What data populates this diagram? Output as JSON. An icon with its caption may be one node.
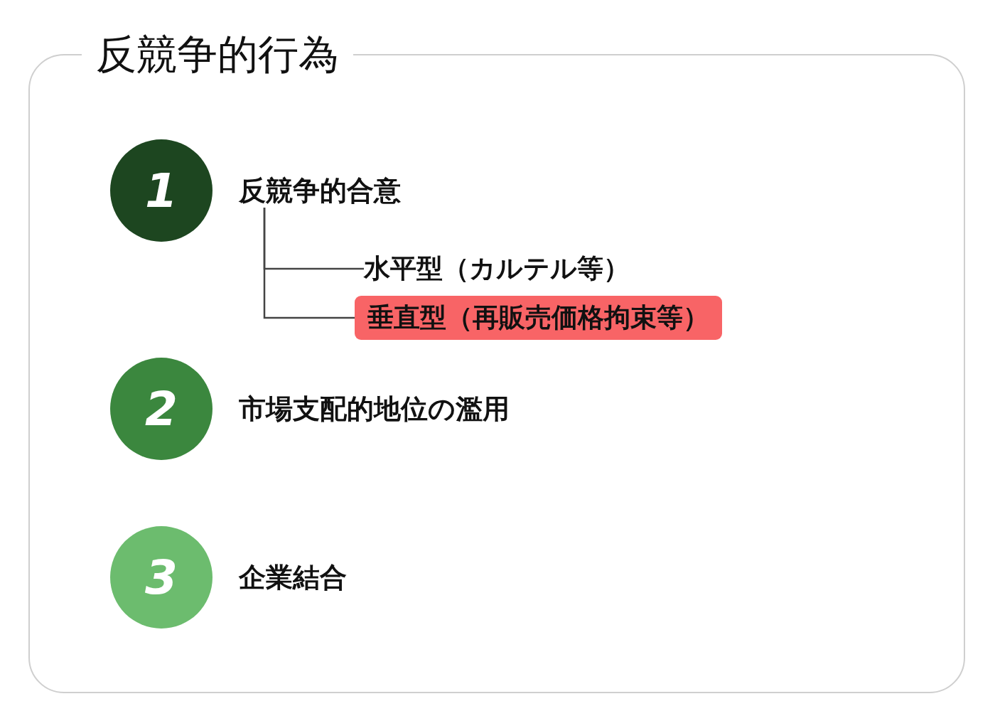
{
  "diagram": {
    "nodes": [
      {
        "text": [
          "反競争的行為"
        ]
      },
      {
        "text": [
          "1"
        ],
        "in": 0
      },
      {
        "text": [
          "反競争的合意"
        ],
        "in": 0
      },
      {
        "text": [
          "水平型（カルテル等）"
        ],
        "in": 0
      },
      {
        "text": [
          "垂直型（再販売価格拘束等）"
        ],
        "in": 0
      },
      {
        "text": [
          "2"
        ],
        "in": 0,
        "beside": [
          "市場支配的地位の濫用"
        ]
      },
      {
        "text": [
          "3"
        ],
        "in": 0,
        "beside": [
          "企業結合"
        ]
      }
    ],
    "edges": [
      {
        "from": 2,
        "to": 3,
        "arrow": "none"
      },
      {
        "from": 2,
        "to": 4,
        "arrow": "none"
      }
    ]
  }
}
